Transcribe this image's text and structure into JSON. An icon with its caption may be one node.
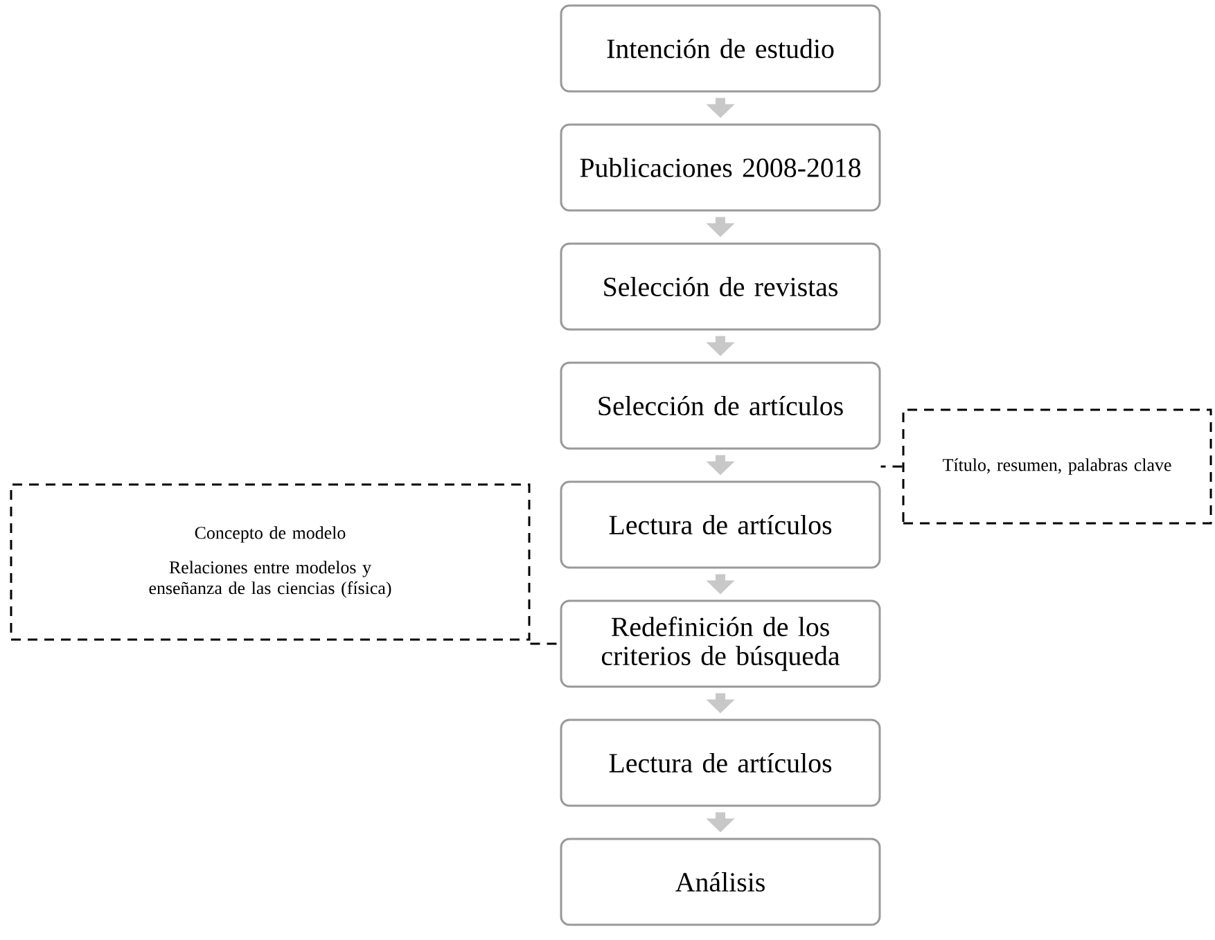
{
  "diagram": {
    "nodes": [
      {
        "text": [
          "Intención de estudio"
        ]
      },
      {
        "text": [
          "Publicaciones 2008-2018"
        ]
      },
      {
        "text": [
          "Selección de revistas"
        ]
      },
      {
        "text": [
          "Selección de artículos"
        ]
      },
      {
        "text": [
          "Título, resumen, palabras clave"
        ]
      },
      {
        "text": [
          "Concepto de modelo",
          "Relaciones entre modelos y enseñanza de las ciencias (física)"
        ]
      },
      {
        "text": [
          "Lectura de artículos"
        ]
      },
      {
        "text": [
          "Redefinición de los criterios de búsqueda"
        ]
      },
      {
        "text": [
          "Lectura de artículos"
        ]
      },
      {
        "text": [
          "Análisis"
        ]
      }
    ],
    "edges": [
      {
        "from": 0,
        "to": 1,
        "arrow": "to"
      },
      {
        "from": 1,
        "to": 2,
        "arrow": "to"
      },
      {
        "from": 2,
        "to": 3,
        "arrow": "to"
      },
      {
        "from": 3,
        "to": 6,
        "arrow": "to"
      },
      {
        "from": 6,
        "to": 7,
        "arrow": "to"
      },
      {
        "from": 7,
        "to": 8,
        "arrow": "to"
      },
      {
        "from": 8,
        "to": 9,
        "arrow": "to"
      },
      {
        "from": 4,
        "to": 3,
        "arrow": "none",
        "style": "dashed",
        "color": "#000000"
      },
      {
        "from": 5,
        "to": 7,
        "arrow": "none",
        "style": "dashed",
        "color": "#000000"
      }
    ]
  }
}
